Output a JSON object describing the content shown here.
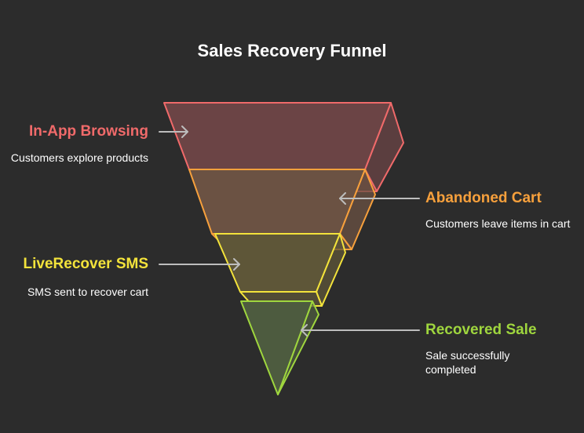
{
  "title": "Sales Recovery Funnel",
  "colors": {
    "background": "#2c2c2c",
    "arrow": "#bdbdbd"
  },
  "stages": [
    {
      "title": "In-App Browsing",
      "description": "Customers explore products",
      "color": "#f06a6a",
      "fill": "#6b4445"
    },
    {
      "title": "Abandoned Cart",
      "description": "Customers leave items in cart",
      "color": "#f7a03c",
      "fill": "#6b5243"
    },
    {
      "title": "LiveRecover SMS",
      "description": "SMS sent to recover cart",
      "color": "#f3e33b",
      "fill": "#5e5638"
    },
    {
      "title": "Recovered Sale",
      "description": "Sale successfully completed",
      "color": "#9fd63e",
      "fill": "#4d5b3f"
    }
  ]
}
